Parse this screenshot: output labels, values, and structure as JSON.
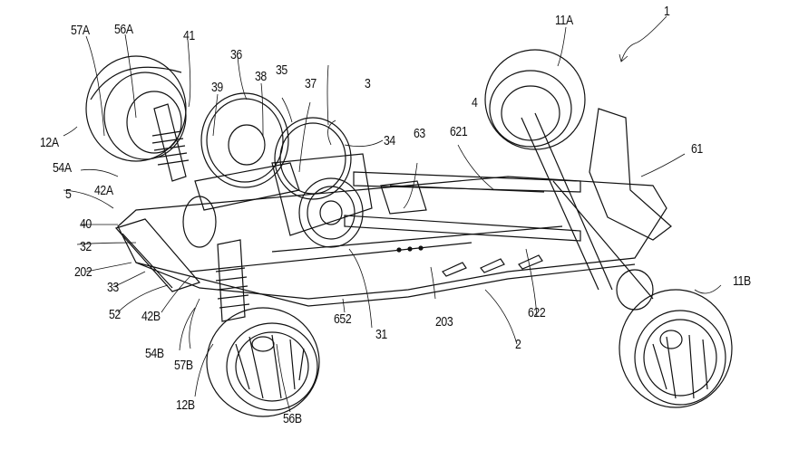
{
  "figure": {
    "title": "RC car chassis perspective view (patent figure)",
    "stroke_color": "#111111",
    "background_color": "#ffffff",
    "labels": [
      {
        "id": "1",
        "text": "1"
      },
      {
        "id": "11A",
        "text": "11A"
      },
      {
        "id": "11B",
        "text": "11B"
      },
      {
        "id": "12A",
        "text": "12A"
      },
      {
        "id": "12B",
        "text": "12B"
      },
      {
        "id": "57A",
        "text": "57A"
      },
      {
        "id": "56A",
        "text": "56A"
      },
      {
        "id": "41",
        "text": "41"
      },
      {
        "id": "36",
        "text": "36"
      },
      {
        "id": "38",
        "text": "38"
      },
      {
        "id": "39",
        "text": "39"
      },
      {
        "id": "35",
        "text": "35"
      },
      {
        "id": "37",
        "text": "37"
      },
      {
        "id": "3",
        "text": "3"
      },
      {
        "id": "34",
        "text": "34"
      },
      {
        "id": "63",
        "text": "63"
      },
      {
        "id": "621",
        "text": "621"
      },
      {
        "id": "4",
        "text": "4"
      },
      {
        "id": "61",
        "text": "61"
      },
      {
        "id": "54A",
        "text": "54A"
      },
      {
        "id": "42A",
        "text": "42A"
      },
      {
        "id": "5",
        "text": "5"
      },
      {
        "id": "40",
        "text": "40"
      },
      {
        "id": "32",
        "text": "32"
      },
      {
        "id": "202",
        "text": "202"
      },
      {
        "id": "33",
        "text": "33"
      },
      {
        "id": "52",
        "text": "52"
      },
      {
        "id": "42B",
        "text": "42B"
      },
      {
        "id": "54B",
        "text": "54B"
      },
      {
        "id": "57B",
        "text": "57B"
      },
      {
        "id": "56B",
        "text": "56B"
      },
      {
        "id": "652",
        "text": "652"
      },
      {
        "id": "31",
        "text": "31"
      },
      {
        "id": "203",
        "text": "203"
      },
      {
        "id": "2",
        "text": "2"
      },
      {
        "id": "622",
        "text": "622"
      }
    ]
  }
}
